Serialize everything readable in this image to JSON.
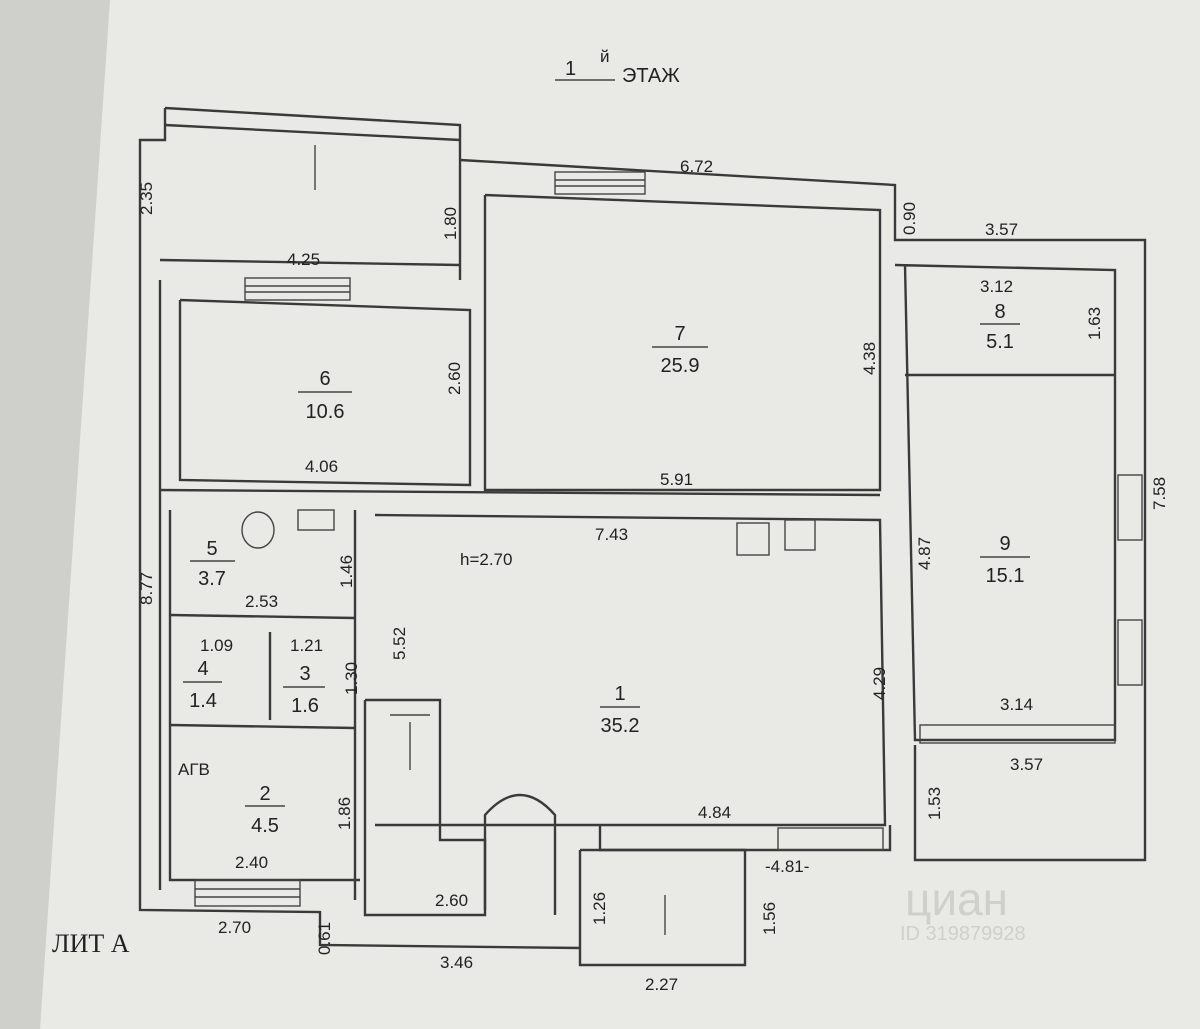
{
  "title": {
    "number": "1",
    "suffix": "й",
    "text": "ЭТАЖ"
  },
  "liter": "ЛИТ А",
  "ceiling_height": "h=2.70",
  "rooms": [
    {
      "number": "1",
      "area": "35.2"
    },
    {
      "number": "2",
      "area": "4.5"
    },
    {
      "number": "3",
      "area": "1.6"
    },
    {
      "number": "4",
      "area": "1.4"
    },
    {
      "number": "5",
      "area": "3.7"
    },
    {
      "number": "6",
      "area": "10.6"
    },
    {
      "number": "7",
      "area": "25.9"
    },
    {
      "number": "8",
      "area": "5.1"
    },
    {
      "number": "9",
      "area": "15.1"
    }
  ],
  "dimensions": {
    "d_235": "2.35",
    "d_425": "4.25",
    "d_180": "1.80",
    "d_672": "6.72",
    "d_090": "0.90",
    "d_357a": "3.57",
    "d_312": "3.12",
    "d_163": "1.63",
    "d_438": "4.38",
    "d_260": "2.60",
    "d_406": "4.06",
    "d_591": "5.91",
    "d_743": "7.43",
    "d_758": "7.58",
    "d_487": "4.87",
    "d_877": "8.77",
    "d_146": "1.46",
    "d_253": "2.53",
    "d_552": "5.52",
    "d_109": "1.09",
    "d_121": "1.21",
    "d_130": "1.30",
    "d_429": "4.29",
    "d_314": "3.14",
    "d_357b": "3.57",
    "d_agv": "АГВ",
    "d_186": "1.86",
    "d_153": "1.53",
    "d_484": "4.84",
    "d_240": "2.40",
    "d_481": "-4.81-",
    "d_126": "1.26",
    "d_156": "1.56",
    "d_260b": "2.60",
    "d_270": "2.70",
    "d_061": "0.61",
    "d_346": "3.46",
    "d_227": "2.27"
  },
  "watermark": {
    "brand": "циан",
    "id": "ID 319879928"
  }
}
